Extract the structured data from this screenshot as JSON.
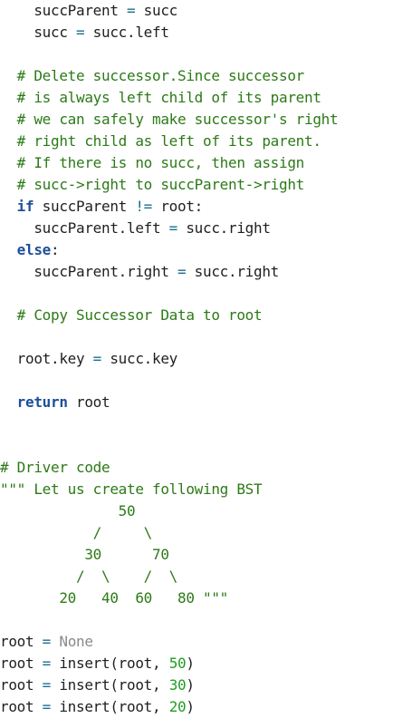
{
  "editor": {
    "lines": [
      {
        "tokens": [
          {
            "t": "plain",
            "v": "    succParent "
          },
          {
            "t": "op",
            "v": "="
          },
          {
            "t": "plain",
            "v": " succ"
          }
        ]
      },
      {
        "tokens": [
          {
            "t": "plain",
            "v": "    succ "
          },
          {
            "t": "op",
            "v": "="
          },
          {
            "t": "plain",
            "v": " succ.left"
          }
        ]
      },
      {
        "tokens": []
      },
      {
        "tokens": [
          {
            "t": "plain",
            "v": "  "
          },
          {
            "t": "comment",
            "v": "# Delete successor.Since successor"
          }
        ]
      },
      {
        "tokens": [
          {
            "t": "plain",
            "v": "  "
          },
          {
            "t": "comment",
            "v": "# is always left child of its parent"
          }
        ]
      },
      {
        "tokens": [
          {
            "t": "plain",
            "v": "  "
          },
          {
            "t": "comment",
            "v": "# we can safely make successor's right"
          }
        ]
      },
      {
        "tokens": [
          {
            "t": "plain",
            "v": "  "
          },
          {
            "t": "comment",
            "v": "# right child as left of its parent."
          }
        ]
      },
      {
        "tokens": [
          {
            "t": "plain",
            "v": "  "
          },
          {
            "t": "comment",
            "v": "# If there is no succ, then assign"
          }
        ]
      },
      {
        "tokens": [
          {
            "t": "plain",
            "v": "  "
          },
          {
            "t": "comment",
            "v": "# succ->right to succParent->right"
          }
        ]
      },
      {
        "tokens": [
          {
            "t": "plain",
            "v": "  "
          },
          {
            "t": "kw",
            "v": "if"
          },
          {
            "t": "plain",
            "v": " succParent "
          },
          {
            "t": "op",
            "v": "!="
          },
          {
            "t": "plain",
            "v": " root:"
          }
        ]
      },
      {
        "tokens": [
          {
            "t": "plain",
            "v": "    succParent.left "
          },
          {
            "t": "op",
            "v": "="
          },
          {
            "t": "plain",
            "v": " succ.right"
          }
        ]
      },
      {
        "tokens": [
          {
            "t": "plain",
            "v": "  "
          },
          {
            "t": "kw",
            "v": "else"
          },
          {
            "t": "plain",
            "v": ":"
          }
        ]
      },
      {
        "tokens": [
          {
            "t": "plain",
            "v": "    succParent.right "
          },
          {
            "t": "op",
            "v": "="
          },
          {
            "t": "plain",
            "v": " succ.right"
          }
        ]
      },
      {
        "tokens": []
      },
      {
        "tokens": [
          {
            "t": "plain",
            "v": "  "
          },
          {
            "t": "comment",
            "v": "# Copy Successor Data to root"
          }
        ]
      },
      {
        "tokens": []
      },
      {
        "tokens": [
          {
            "t": "plain",
            "v": "  root.key "
          },
          {
            "t": "op",
            "v": "="
          },
          {
            "t": "plain",
            "v": " succ.key"
          }
        ]
      },
      {
        "tokens": []
      },
      {
        "tokens": [
          {
            "t": "plain",
            "v": "  "
          },
          {
            "t": "kw",
            "v": "return"
          },
          {
            "t": "plain",
            "v": " root"
          }
        ]
      },
      {
        "tokens": []
      },
      {
        "tokens": []
      },
      {
        "tokens": [
          {
            "t": "comment",
            "v": "# Driver code"
          }
        ]
      },
      {
        "tokens": [
          {
            "t": "string",
            "v": "\"\"\" Let us create following BST"
          }
        ]
      },
      {
        "tokens": [
          {
            "t": "string",
            "v": "              50"
          }
        ]
      },
      {
        "tokens": [
          {
            "t": "string",
            "v": "           /     \\"
          }
        ]
      },
      {
        "tokens": [
          {
            "t": "string",
            "v": "          30      70"
          }
        ]
      },
      {
        "tokens": [
          {
            "t": "string",
            "v": "         /  \\    /  \\"
          }
        ]
      },
      {
        "tokens": [
          {
            "t": "string",
            "v": "       20   40  60   80 \"\"\""
          }
        ]
      },
      {
        "tokens": []
      },
      {
        "tokens": [
          {
            "t": "plain",
            "v": "root "
          },
          {
            "t": "op",
            "v": "="
          },
          {
            "t": "plain",
            "v": " "
          },
          {
            "t": "none",
            "v": "None"
          }
        ]
      },
      {
        "tokens": [
          {
            "t": "plain",
            "v": "root "
          },
          {
            "t": "op",
            "v": "="
          },
          {
            "t": "plain",
            "v": " insert(root, "
          },
          {
            "t": "num",
            "v": "50"
          },
          {
            "t": "plain",
            "v": ")"
          }
        ]
      },
      {
        "tokens": [
          {
            "t": "plain",
            "v": "root "
          },
          {
            "t": "op",
            "v": "="
          },
          {
            "t": "plain",
            "v": " insert(root, "
          },
          {
            "t": "num",
            "v": "30"
          },
          {
            "t": "plain",
            "v": ")"
          }
        ]
      },
      {
        "tokens": [
          {
            "t": "plain",
            "v": "root "
          },
          {
            "t": "op",
            "v": "="
          },
          {
            "t": "plain",
            "v": " insert(root, "
          },
          {
            "t": "num",
            "v": "20"
          },
          {
            "t": "plain",
            "v": ")"
          }
        ]
      }
    ]
  }
}
